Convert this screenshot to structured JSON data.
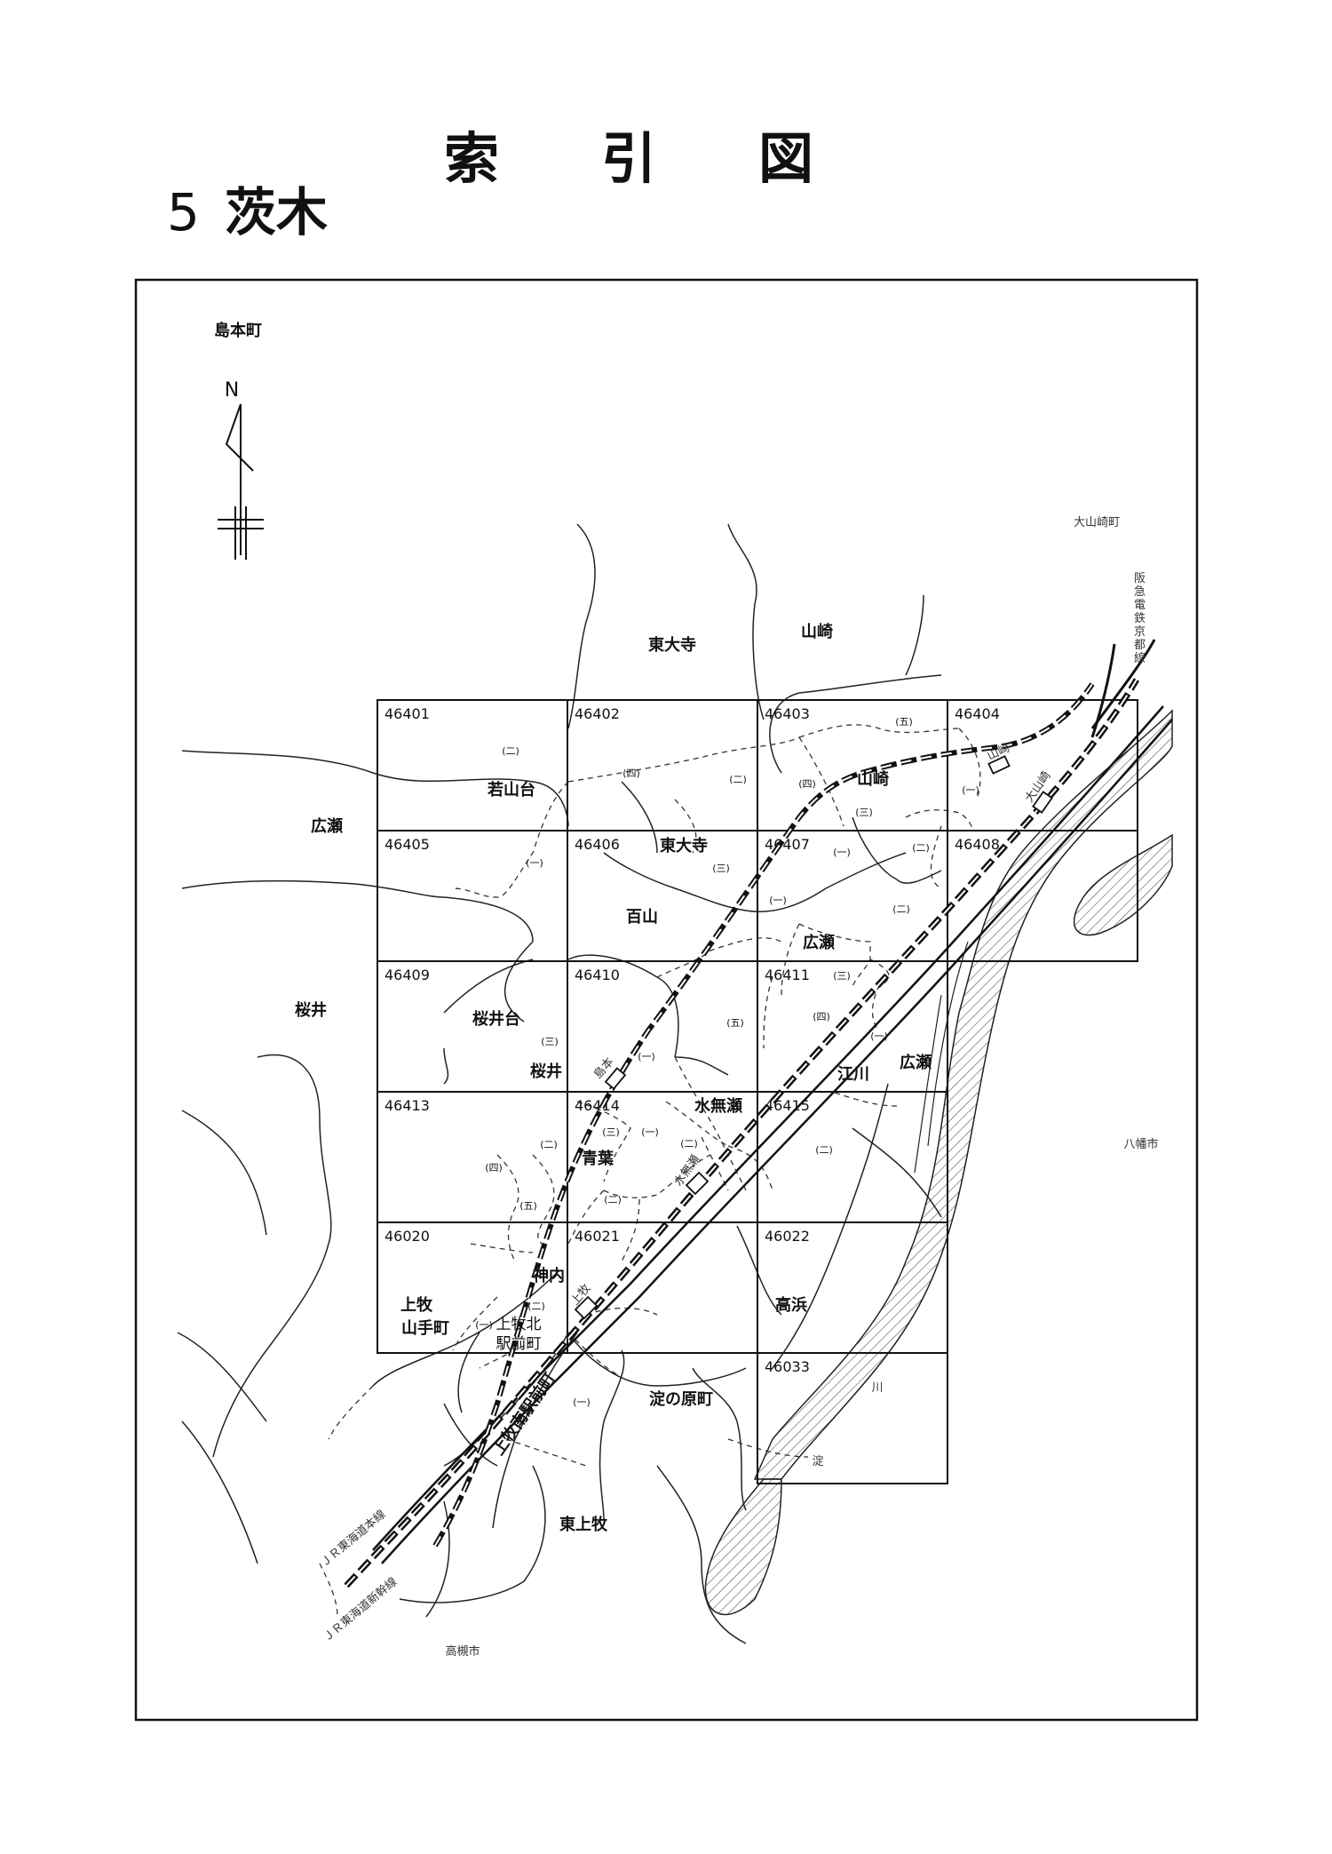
{
  "title": [
    "索",
    "引",
    "図"
  ],
  "section": {
    "number": "5",
    "name": "茨木"
  },
  "map": {
    "region": "島本町",
    "north": "N",
    "grid": [
      {
        "id": "46401",
        "col": 0,
        "row": 0
      },
      {
        "id": "46402",
        "col": 1,
        "row": 0
      },
      {
        "id": "46403",
        "col": 2,
        "row": 0
      },
      {
        "id": "46404",
        "col": 3,
        "row": 0
      },
      {
        "id": "46405",
        "col": 0,
        "row": 1
      },
      {
        "id": "46406",
        "col": 1,
        "row": 1
      },
      {
        "id": "46407",
        "col": 2,
        "row": 1
      },
      {
        "id": "46408",
        "col": 3,
        "row": 1
      },
      {
        "id": "46409",
        "col": 0,
        "row": 2
      },
      {
        "id": "46410",
        "col": 1,
        "row": 2
      },
      {
        "id": "46411",
        "col": 2,
        "row": 2
      },
      {
        "id": "46413",
        "col": 0,
        "row": 3
      },
      {
        "id": "46414",
        "col": 1,
        "row": 3
      },
      {
        "id": "46415",
        "col": 2,
        "row": 3
      },
      {
        "id": "46020",
        "col": 0,
        "row": 4
      },
      {
        "id": "46021",
        "col": 1,
        "row": 4
      },
      {
        "id": "46022",
        "col": 2,
        "row": 4
      },
      {
        "id": "46033",
        "col": 2,
        "row": 5
      }
    ],
    "towns": [
      "東大寺",
      "山崎",
      "若山台",
      "広瀬",
      "東大寺",
      "百山",
      "山崎",
      "広瀬",
      "桜井",
      "桜井台",
      "桜井",
      "江川",
      "広瀬",
      "水無瀬",
      "青葉",
      "神内",
      "上牧",
      "山手町",
      "高浜",
      "上牧北",
      "駅前町",
      "淀の原町",
      "東上牧",
      "上牧南駅前町"
    ],
    "districts": [
      "(二)",
      "(四)",
      "(二)",
      "(五)",
      "(四)",
      "(三)",
      "(一)",
      "(一)",
      "(三)",
      "(一)",
      "(二)",
      "(一)",
      "(二)",
      "(三)",
      "(三)",
      "(五)",
      "(四)",
      "(一)",
      "(一)",
      "(二)",
      "(四)",
      "(三)",
      "(一)",
      "(二)",
      "(二)",
      "(五)",
      "(二)",
      "(二)",
      "(一)",
      "(一)"
    ],
    "outside": [
      "大山崎町",
      "八幡市",
      "高槻市"
    ],
    "river": [
      "淀",
      "川"
    ],
    "stations": [
      "山崎",
      "大山崎",
      "島本",
      "水無瀬",
      "上牧"
    ],
    "railways": [
      "阪急電鉄京都線",
      "ＪＲ東海道本線",
      "ＪＲ東海道新幹線"
    ]
  }
}
